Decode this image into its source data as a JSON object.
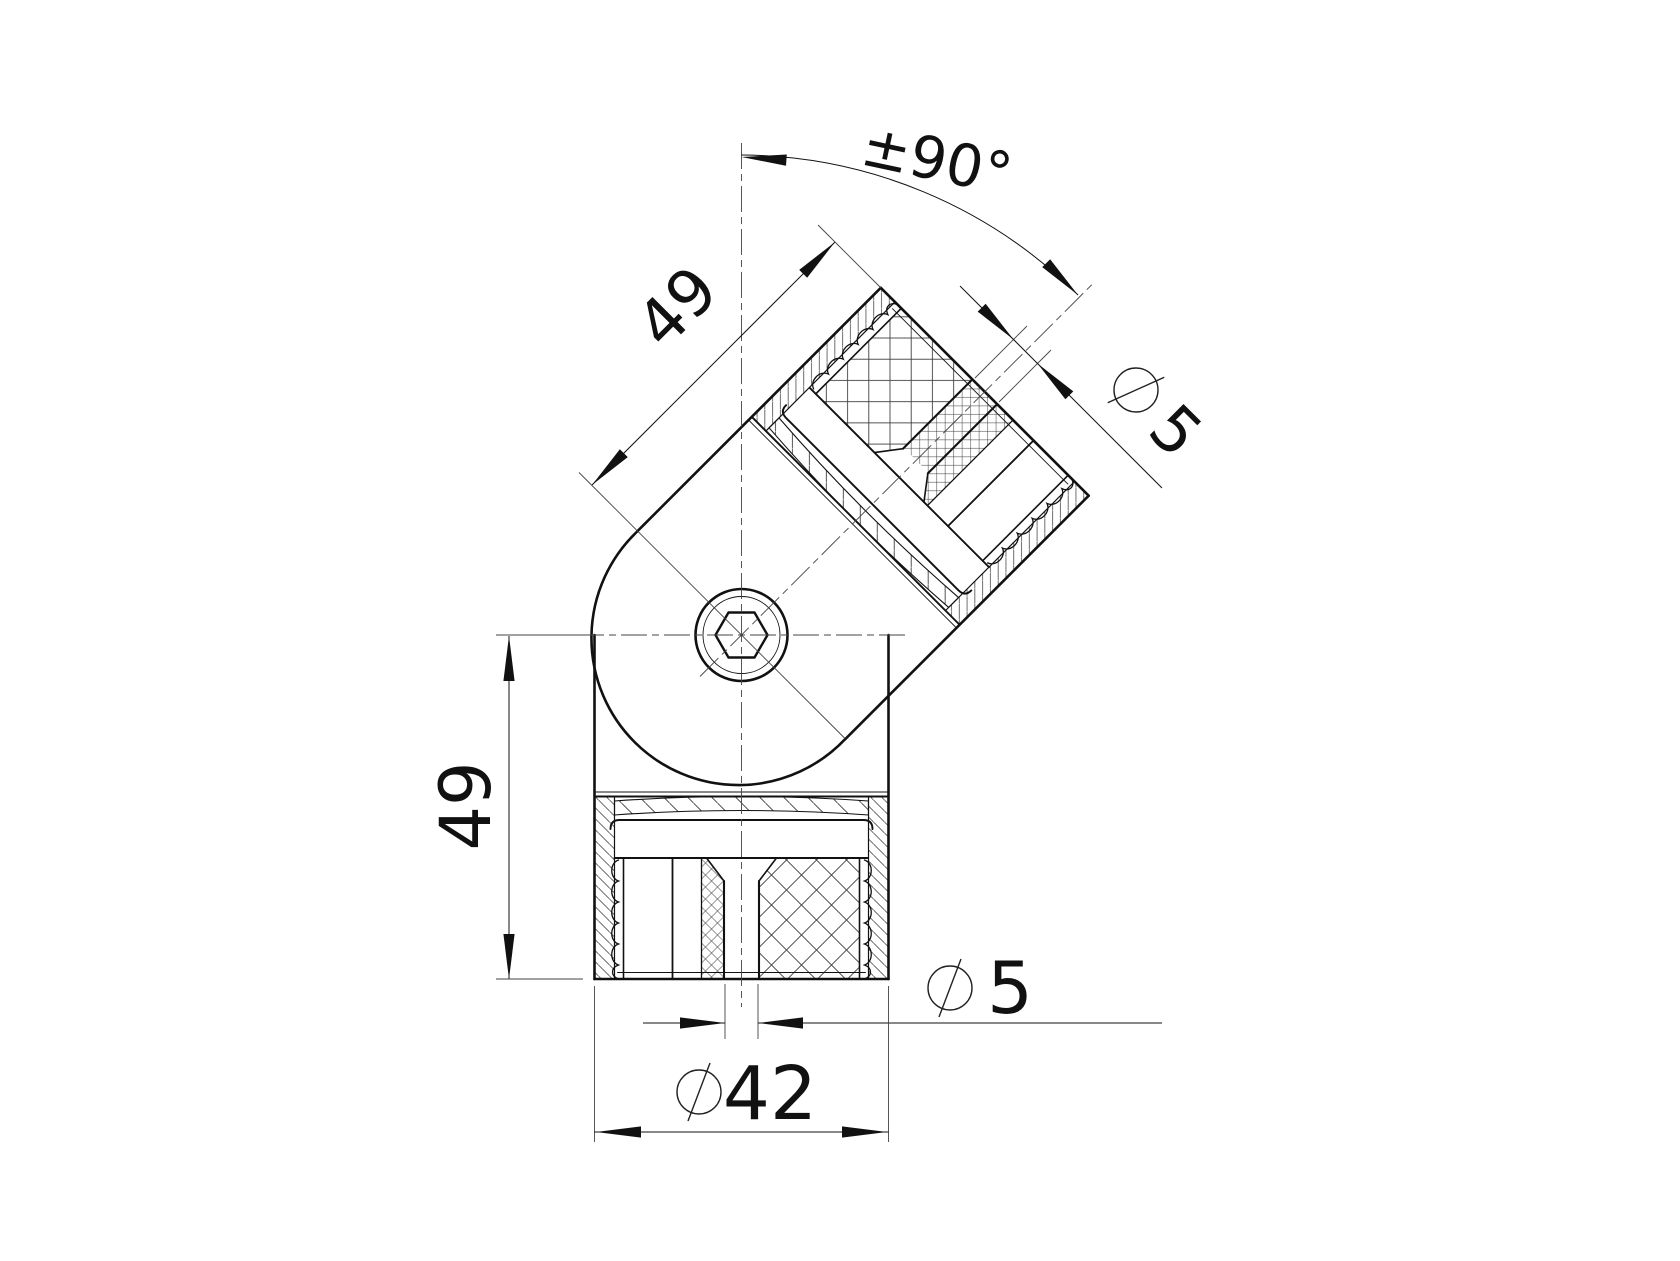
{
  "page": {
    "background": "#ffffff",
    "line_color": "#111111",
    "thin_line_color": "#444444"
  },
  "drawing": {
    "type": "technical-section-drawing",
    "subject": "adjustable tube connector elbow, sectioned",
    "dimensions": {
      "pivot_angle": "±90°",
      "diameter_symbol": "⌀",
      "upper_arm_length": "49",
      "upper_hole_diameter": "5",
      "body_length": "49",
      "body_hole_diameter": "5",
      "body_outer_diameter": "42"
    }
  }
}
